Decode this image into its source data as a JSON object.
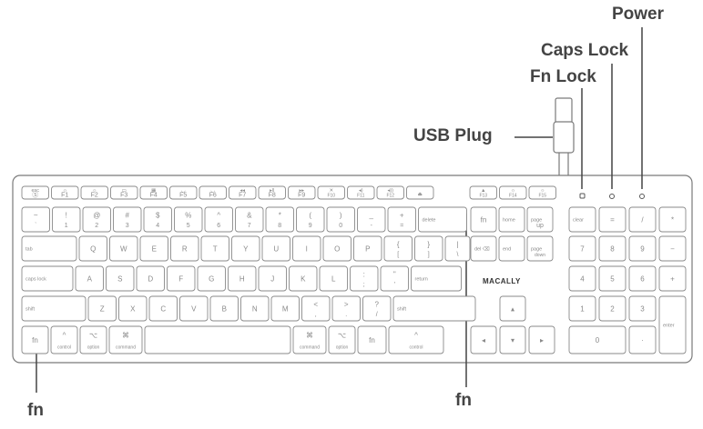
{
  "callouts": {
    "power": "Power",
    "caps_lock": "Caps Lock",
    "fn_lock": "Fn Lock",
    "usb_plug": "USB Plug",
    "fn_left": "fn",
    "fn_middle": "fn"
  },
  "brand": "MACALLY",
  "colors": {
    "outline": "#7a7a7a",
    "label": "#444444",
    "key_text": "#8a8a8a"
  },
  "rows": {
    "function": [
      {
        "name": "key-esc",
        "top": "esc",
        "sub": "Ⓢ"
      },
      {
        "name": "key-f1",
        "top": "☼",
        "sub": "F1"
      },
      {
        "name": "key-f2",
        "top": "☼",
        "sub": "F2"
      },
      {
        "name": "key-f3",
        "top": "▭",
        "sub": "F3"
      },
      {
        "name": "key-f4",
        "top": "▦",
        "sub": "F4"
      },
      {
        "name": "key-f5",
        "top": "◡",
        "sub": "F5"
      },
      {
        "name": "key-f6",
        "top": "◡",
        "sub": "F6"
      },
      {
        "name": "key-f7",
        "top": "◂◂",
        "sub": "F7"
      },
      {
        "name": "key-f8",
        "top": "▸ll",
        "sub": "F8"
      },
      {
        "name": "key-f9",
        "top": "▸▸",
        "sub": "F9"
      },
      {
        "name": "key-f10",
        "top": "✕",
        "sub": "F10"
      },
      {
        "name": "key-f11",
        "top": "◂)",
        "sub": "F11"
      },
      {
        "name": "key-f12",
        "top": "◂))",
        "sub": "F12"
      },
      {
        "name": "key-eject",
        "top": "⏏",
        "sub": ""
      },
      {
        "name": "key-f13",
        "top": "▲",
        "sub": "F13"
      },
      {
        "name": "key-f14",
        "top": "☼",
        "sub": "F14"
      },
      {
        "name": "key-f15",
        "top": "☼",
        "sub": "F15"
      }
    ],
    "number": [
      {
        "name": "key-tilde",
        "top": "~",
        "sub": "`"
      },
      {
        "name": "key-1",
        "top": "!",
        "sub": "1"
      },
      {
        "name": "key-2",
        "top": "@",
        "sub": "2"
      },
      {
        "name": "key-3",
        "top": "#",
        "sub": "3"
      },
      {
        "name": "key-4",
        "top": "$",
        "sub": "4"
      },
      {
        "name": "key-5",
        "top": "%",
        "sub": "5"
      },
      {
        "name": "key-6",
        "top": "^",
        "sub": "6"
      },
      {
        "name": "key-7",
        "top": "&",
        "sub": "7"
      },
      {
        "name": "key-8",
        "top": "*",
        "sub": "8"
      },
      {
        "name": "key-9",
        "top": "(",
        "sub": "9"
      },
      {
        "name": "key-0",
        "top": ")",
        "sub": "0"
      },
      {
        "name": "key-minus",
        "top": "_",
        "sub": "-"
      },
      {
        "name": "key-equals",
        "top": "+",
        "sub": "="
      },
      {
        "name": "key-delete",
        "top": "delete",
        "sub": ""
      }
    ],
    "qwerty": [
      {
        "name": "key-tab",
        "top": "tab",
        "sub": ""
      },
      {
        "name": "key-q",
        "top": "Q",
        "sub": ""
      },
      {
        "name": "key-w",
        "top": "W",
        "sub": ""
      },
      {
        "name": "key-e",
        "top": "E",
        "sub": ""
      },
      {
        "name": "key-r",
        "top": "R",
        "sub": ""
      },
      {
        "name": "key-t",
        "top": "T",
        "sub": ""
      },
      {
        "name": "key-y",
        "top": "Y",
        "sub": ""
      },
      {
        "name": "key-u",
        "top": "U",
        "sub": ""
      },
      {
        "name": "key-i",
        "top": "I",
        "sub": ""
      },
      {
        "name": "key-o",
        "top": "O",
        "sub": ""
      },
      {
        "name": "key-p",
        "top": "P",
        "sub": ""
      },
      {
        "name": "key-lbracket",
        "top": "{",
        "sub": "["
      },
      {
        "name": "key-rbracket",
        "top": "}",
        "sub": "]"
      },
      {
        "name": "key-backslash",
        "top": "|",
        "sub": "\\"
      }
    ],
    "home": [
      {
        "name": "key-caps-lock",
        "top": "caps lock",
        "sub": ""
      },
      {
        "name": "key-a",
        "top": "A",
        "sub": ""
      },
      {
        "name": "key-s",
        "top": "S",
        "sub": ""
      },
      {
        "name": "key-d",
        "top": "D",
        "sub": ""
      },
      {
        "name": "key-f",
        "top": "F",
        "sub": ""
      },
      {
        "name": "key-g",
        "top": "G",
        "sub": ""
      },
      {
        "name": "key-h",
        "top": "H",
        "sub": ""
      },
      {
        "name": "key-j",
        "top": "J",
        "sub": ""
      },
      {
        "name": "key-k",
        "top": "K",
        "sub": ""
      },
      {
        "name": "key-l",
        "top": "L",
        "sub": ""
      },
      {
        "name": "key-semicolon",
        "top": ":",
        "sub": ";"
      },
      {
        "name": "key-quote",
        "top": "\"",
        "sub": "'"
      },
      {
        "name": "key-return",
        "top": "return",
        "sub": ""
      }
    ],
    "bottom": [
      {
        "name": "key-shift-left",
        "top": "shift",
        "sub": ""
      },
      {
        "name": "key-z",
        "top": "Z",
        "sub": ""
      },
      {
        "name": "key-x",
        "top": "X",
        "sub": ""
      },
      {
        "name": "key-c",
        "top": "C",
        "sub": ""
      },
      {
        "name": "key-v",
        "top": "V",
        "sub": ""
      },
      {
        "name": "key-b",
        "top": "B",
        "sub": ""
      },
      {
        "name": "key-n",
        "top": "N",
        "sub": ""
      },
      {
        "name": "key-m",
        "top": "M",
        "sub": ""
      },
      {
        "name": "key-comma",
        "top": "<",
        "sub": ","
      },
      {
        "name": "key-period",
        "top": ">",
        "sub": "."
      },
      {
        "name": "key-slash",
        "top": "?",
        "sub": "/"
      },
      {
        "name": "key-shift-right",
        "top": "shift",
        "sub": ""
      }
    ],
    "space": [
      {
        "name": "key-fn-left",
        "top": "fn",
        "sub": ""
      },
      {
        "name": "key-control-left",
        "top": "^",
        "sub": "control"
      },
      {
        "name": "key-option-left",
        "top": "⌥",
        "sub": "option"
      },
      {
        "name": "key-command-left",
        "top": "⌘",
        "sub": "command"
      },
      {
        "name": "key-space",
        "top": "",
        "sub": ""
      },
      {
        "name": "key-command-right",
        "top": "⌘",
        "sub": "command"
      },
      {
        "name": "key-option-right",
        "top": "⌥",
        "sub": "option"
      },
      {
        "name": "key-fn-right",
        "top": "fn",
        "sub": ""
      },
      {
        "name": "key-control-right",
        "top": "^",
        "sub": "control"
      }
    ],
    "nav1": [
      {
        "name": "key-fn-nav",
        "top": "fn",
        "sub": ""
      },
      {
        "name": "key-home",
        "top": "home",
        "sub": ""
      },
      {
        "name": "key-page-up",
        "top": "page",
        "sub": "up"
      }
    ],
    "nav2": [
      {
        "name": "key-delete-fwd",
        "top": "del ⌫",
        "sub": ""
      },
      {
        "name": "key-end",
        "top": "end",
        "sub": ""
      },
      {
        "name": "key-page-down",
        "top": "page",
        "sub": "down"
      }
    ],
    "arrows": [
      {
        "name": "key-arrow-up",
        "top": "▴",
        "sub": ""
      },
      {
        "name": "key-arrow-left",
        "top": "◂",
        "sub": ""
      },
      {
        "name": "key-arrow-down",
        "top": "▾",
        "sub": ""
      },
      {
        "name": "key-arrow-right",
        "top": "▸",
        "sub": ""
      }
    ],
    "numpad": [
      {
        "name": "key-clear",
        "top": "clear",
        "sub": ""
      },
      {
        "name": "key-np-equals",
        "top": "=",
        "sub": ""
      },
      {
        "name": "key-np-divide",
        "top": "/",
        "sub": ""
      },
      {
        "name": "key-np-multiply",
        "top": "*",
        "sub": ""
      },
      {
        "name": "key-np-7",
        "top": "7",
        "sub": ""
      },
      {
        "name": "key-np-8",
        "top": "8",
        "sub": ""
      },
      {
        "name": "key-np-9",
        "top": "9",
        "sub": ""
      },
      {
        "name": "key-np-minus",
        "top": "−",
        "sub": ""
      },
      {
        "name": "key-np-4",
        "top": "4",
        "sub": ""
      },
      {
        "name": "key-np-5",
        "top": "5",
        "sub": ""
      },
      {
        "name": "key-np-6",
        "top": "6",
        "sub": ""
      },
      {
        "name": "key-np-plus",
        "top": "+",
        "sub": ""
      },
      {
        "name": "key-np-1",
        "top": "1",
        "sub": ""
      },
      {
        "name": "key-np-2",
        "top": "2",
        "sub": ""
      },
      {
        "name": "key-np-3",
        "top": "3",
        "sub": ""
      },
      {
        "name": "key-np-enter",
        "top": "enter",
        "sub": ""
      },
      {
        "name": "key-np-0",
        "top": "0",
        "sub": ""
      },
      {
        "name": "key-np-dot",
        "top": "·",
        "sub": ""
      }
    ]
  }
}
